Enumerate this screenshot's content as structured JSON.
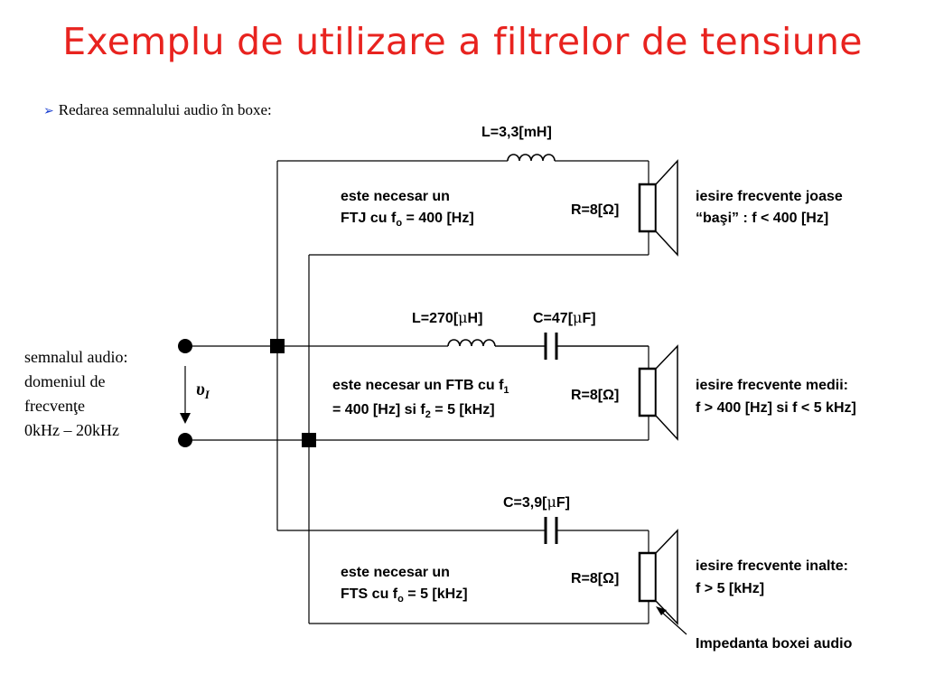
{
  "title": "Exemplu de utilizare a filtrelor de tensiune",
  "bullet": {
    "icon": "right-arrow-bullet-icon",
    "text": "Redarea semnalului audio în boxe:"
  },
  "source": {
    "line1": "semnalul audio:",
    "line2": "domeniul de",
    "line3": "frecvenţe",
    "line4": "0kHz – 20kHz",
    "voltage_symbol": "υ",
    "voltage_sub": "I"
  },
  "branches": {
    "low": {
      "inductor_label": "L=3,3[mH]",
      "note_line1": "este necesar un",
      "note_line2_pre": "FTJ cu f",
      "note_line2_sub": "o",
      "note_line2_post": " = 400 [Hz]",
      "resistor_label": "R=8[Ω]",
      "output_line1": "iesire  frecvente joase",
      "output_line2": "“başi” : f < 400 [Hz]"
    },
    "mid": {
      "inductor_label_pre": "L=270[",
      "inductor_label_mu": "μ",
      "inductor_label_post": "H]",
      "capacitor_label_pre": "C=47[",
      "capacitor_label_mu": "μ",
      "capacitor_label_post": "F]",
      "note_line1_pre": "este necesar un FTB cu f",
      "note_line1_sub": "1",
      "note_line2_pre": "= 400 [Hz] si f",
      "note_line2_sub": "2",
      "note_line2_post": " = 5 [kHz]",
      "resistor_label": "R=8[Ω]",
      "output_line1": "iesire  frecvente medii:",
      "output_line2": "f > 400 [Hz]  si  f < 5 kHz]"
    },
    "high": {
      "capacitor_label_pre": "C=3,9[",
      "capacitor_label_mu": "μ",
      "capacitor_label_post": "F]",
      "note_line1": "este necesar un",
      "note_line2_pre": "FTS cu f",
      "note_line2_sub": "o",
      "note_line2_post": " = 5 [kHz]",
      "resistor_label": "R=8[Ω]",
      "output_line1": "iesire  frecvente inalte:",
      "output_line2": "f > 5 [kHz]",
      "annotation": "Impedanta boxei audio"
    }
  },
  "colors": {
    "title": "#e8231f",
    "bullet_arrow": "#1a3fd0",
    "wire": "#000000"
  }
}
